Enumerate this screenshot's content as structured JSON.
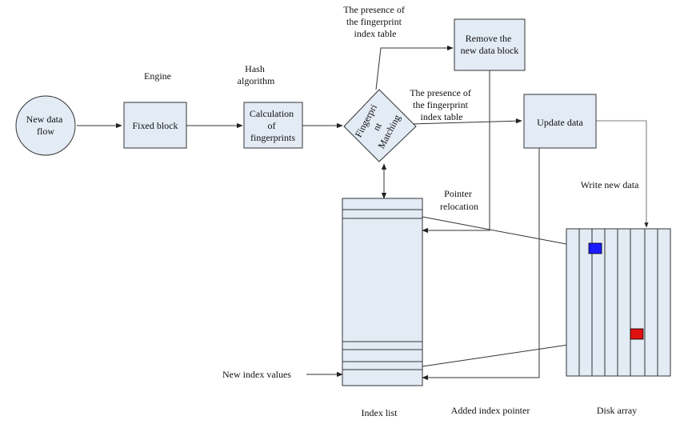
{
  "nodes": {
    "new_data_flow": [
      "New data",
      "flow"
    ],
    "fixed_block": [
      "Fixed block"
    ],
    "calculation": [
      "Calculation",
      "of",
      "fingerprints"
    ],
    "matching": [
      "Fingerpri",
      "nt",
      "Matching"
    ],
    "remove_block": [
      "Remove the",
      "new data block"
    ],
    "update_data": [
      "Update data"
    ]
  },
  "labels": {
    "engine": [
      "Engine"
    ],
    "hash": [
      "Hash",
      "algorithm"
    ],
    "presence_top": [
      "The presence of",
      "the fingerprint",
      "index table"
    ],
    "presence_mid": [
      "The presence of",
      "the fingerprint",
      "index table"
    ],
    "pointer_relocation": [
      "Pointer",
      "relocation"
    ],
    "write_new_data": [
      "Write new data"
    ],
    "new_index_values": [
      "New index values"
    ],
    "index_list": [
      "Index list"
    ],
    "added_index_pointer": [
      "Added index pointer"
    ],
    "disk_array": [
      "Disk array"
    ]
  },
  "colors": {
    "box_fill": "#e3ebf5",
    "stroke": "#333333",
    "disk_block_blue": "#1a1aff",
    "disk_block_red": "#e01010"
  }
}
